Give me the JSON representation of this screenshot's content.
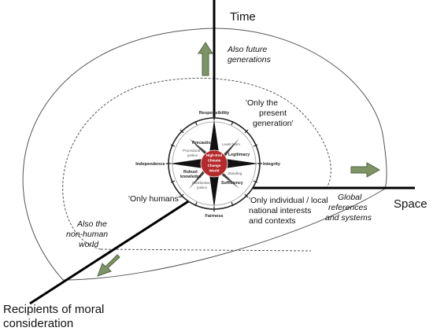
{
  "axes": {
    "time": "Time",
    "space": "Space",
    "recipients_line1": "Recipients of moral",
    "recipients_line2": "consideration"
  },
  "annotations": {
    "future_1": "Also future",
    "future_2": "generations",
    "present_1": "'Only  the",
    "present_2": "present",
    "present_3": "generation'",
    "humans": "'Only humans'",
    "local_1": "'Only individual / local",
    "local_2": "national interests",
    "local_3": "and contexts",
    "global_1": "Global",
    "global_2": "references",
    "global_3": "and systems",
    "nonhuman_1": "Also the",
    "nonhuman_2": "non-human",
    "nonhuman_3": "world"
  },
  "compass": {
    "center_1": "High-End",
    "center_2": "Climate",
    "center_3": "Change",
    "center_4": "World",
    "outer": {
      "top": "Responsibility",
      "right": "Integrity",
      "bottom": "Fairness",
      "left": "Independence"
    },
    "inner": {
      "precaution": "Precaution",
      "procedural_1": "Procedural",
      "procedural_2": "justice",
      "least_harm": "Least harm",
      "legitimacy": "Legitimacy",
      "standing": "Standing",
      "sufficiency": "Sufficiency",
      "robust_1": "Robust",
      "robust_2": "knowledge",
      "distributive_1": "Distributive",
      "distributive_2": "justice"
    }
  },
  "colors": {
    "arrow_fill": "#7d9467",
    "arrow_stroke": "#4f6540",
    "center_fill": "#b52a2a",
    "axis": "#000000",
    "curve": "#555555"
  }
}
